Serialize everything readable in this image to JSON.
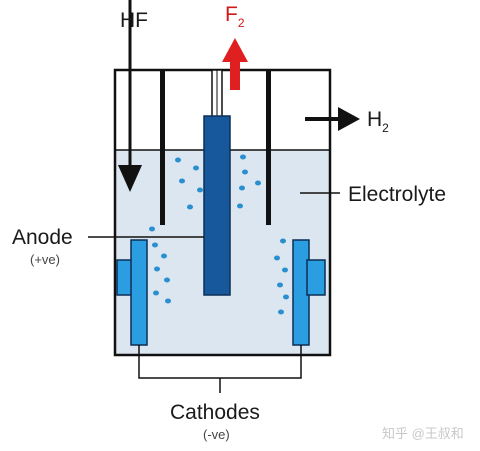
{
  "labels": {
    "hf": "HF",
    "f2_main": "F",
    "f2_sub": "2",
    "h2_main": "H",
    "h2_sub": "2",
    "electrolyte": "Electrolyte",
    "anode": "Anode",
    "anode_charge": "(+ve)",
    "cathodes": "Cathodes",
    "cathodes_charge": "(-ve)",
    "watermark": "知乎 @王叔和"
  },
  "colors": {
    "electrolyte": "#dce6f0",
    "anode": "#17589c",
    "cathode": "#2a9ee0",
    "bubble": "#2a8fcf",
    "f2_arrow": "#e02020",
    "line": "#111111"
  }
}
